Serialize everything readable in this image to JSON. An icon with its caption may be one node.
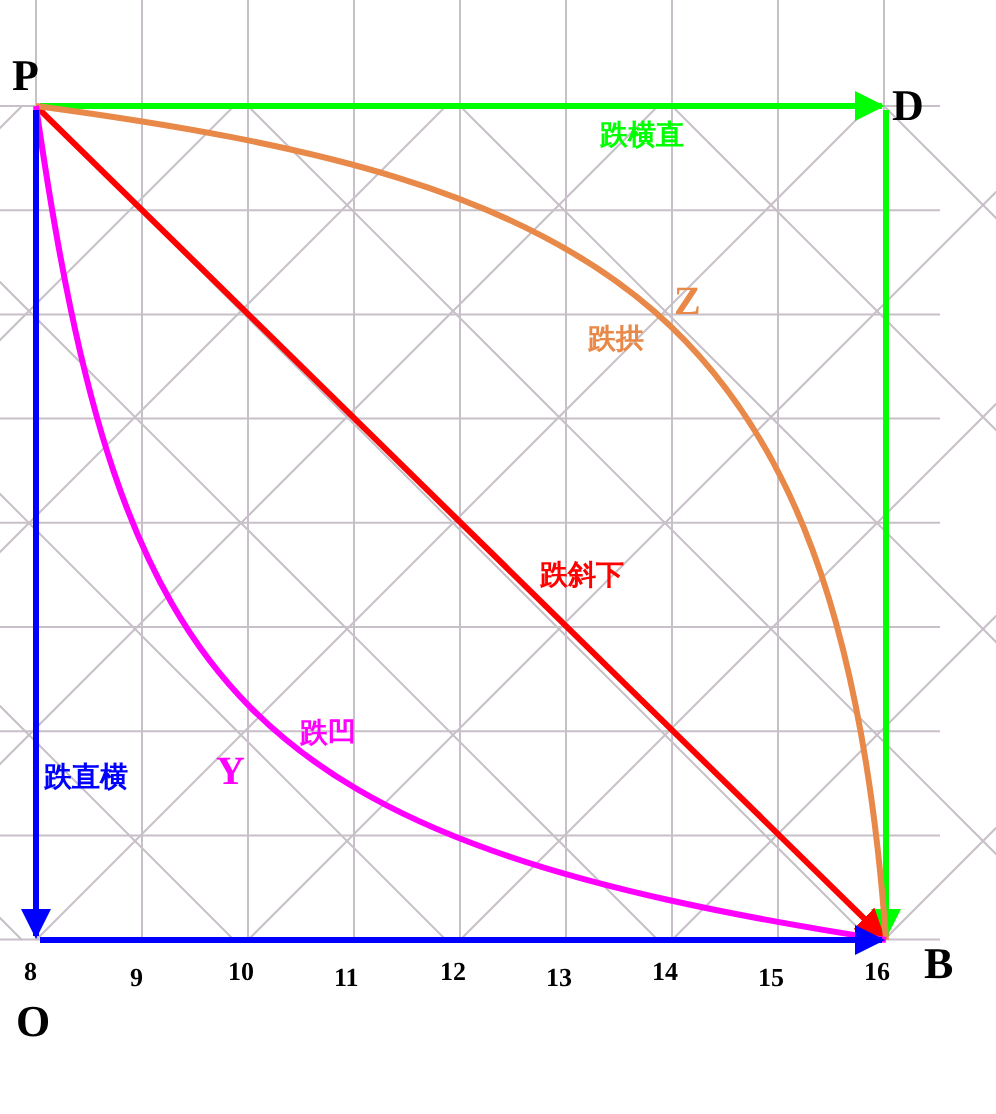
{
  "diagram": {
    "nodes": [
      {
        "text": [
          "P"
        ]
      },
      {
        "text": [
          "D"
        ]
      },
      {
        "text": [
          "B"
        ]
      },
      {
        "text": [
          "O"
        ]
      }
    ],
    "edges": [
      {
        "from": 0,
        "to": 1,
        "arrow": "to",
        "label": "跌横直",
        "color": "#00ff00"
      },
      {
        "from": 1,
        "to": 2,
        "arrow": "to",
        "color": "#00ff00"
      },
      {
        "from": 0,
        "to": 2,
        "arrow": "to",
        "label": "跌斜下",
        "color": "#ff0000"
      },
      {
        "from": 0,
        "to": 2,
        "arrow": "none",
        "label": "跌拱",
        "color": "#e8894a"
      },
      {
        "from": 0,
        "to": 2,
        "arrow": "none",
        "label": "跌凹",
        "color": "#ff00ff"
      },
      {
        "from": 0,
        "to": 3,
        "arrow": "to",
        "label": "跌直横",
        "color": "#0000ff"
      },
      {
        "from": 3,
        "to": 2,
        "arrow": "to",
        "color": "#0000ff"
      }
    ],
    "labels": [
      "Z",
      "Y",
      "8",
      "9",
      "10",
      "11",
      "12",
      "13",
      "14",
      "15",
      "16"
    ]
  }
}
